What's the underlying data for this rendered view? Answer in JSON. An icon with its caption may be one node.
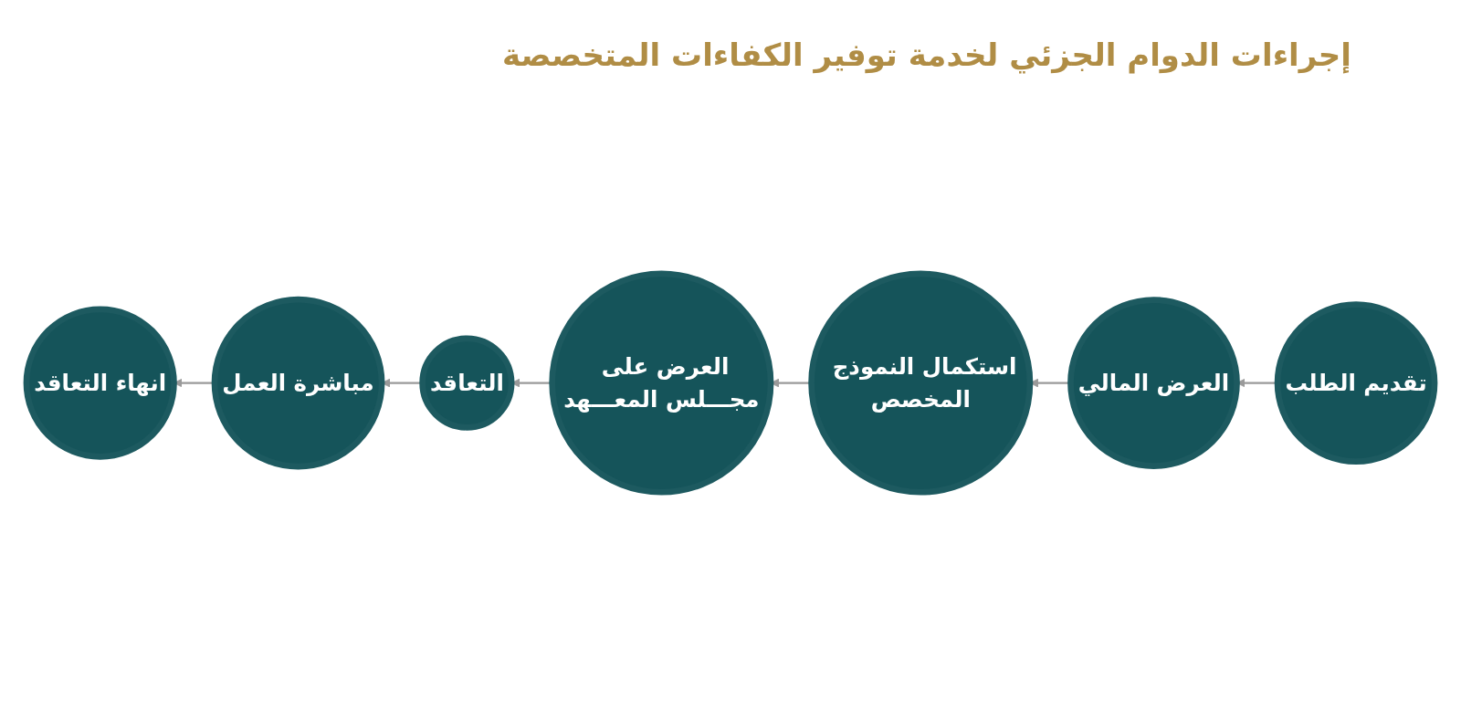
{
  "diagram": {
    "title": "إجراءات الدوام الجزئي لخدمة توفير الكفاءات المتخصصة",
    "nodes": [
      {
        "text": [
          "تقديم الطلب"
        ]
      },
      {
        "text": [
          "العرض المالي"
        ]
      },
      {
        "text": [
          "استكمال النموذج المخصص"
        ]
      },
      {
        "text": [
          "العرض على مجـــلس المعـــهد"
        ]
      },
      {
        "text": [
          "التعاقد"
        ]
      },
      {
        "text": [
          "مباشرة العمل"
        ]
      },
      {
        "text": [
          "انهاء التعاقد"
        ]
      }
    ],
    "edges": [
      {
        "from": 0,
        "to": 1,
        "arrow": "to"
      },
      {
        "from": 1,
        "to": 2,
        "arrow": "to"
      },
      {
        "from": 2,
        "to": 3,
        "arrow": "to"
      },
      {
        "from": 3,
        "to": 4,
        "arrow": "to"
      },
      {
        "from": 4,
        "to": 5,
        "arrow": "to"
      },
      {
        "from": 5,
        "to": 6,
        "arrow": "to"
      }
    ]
  }
}
